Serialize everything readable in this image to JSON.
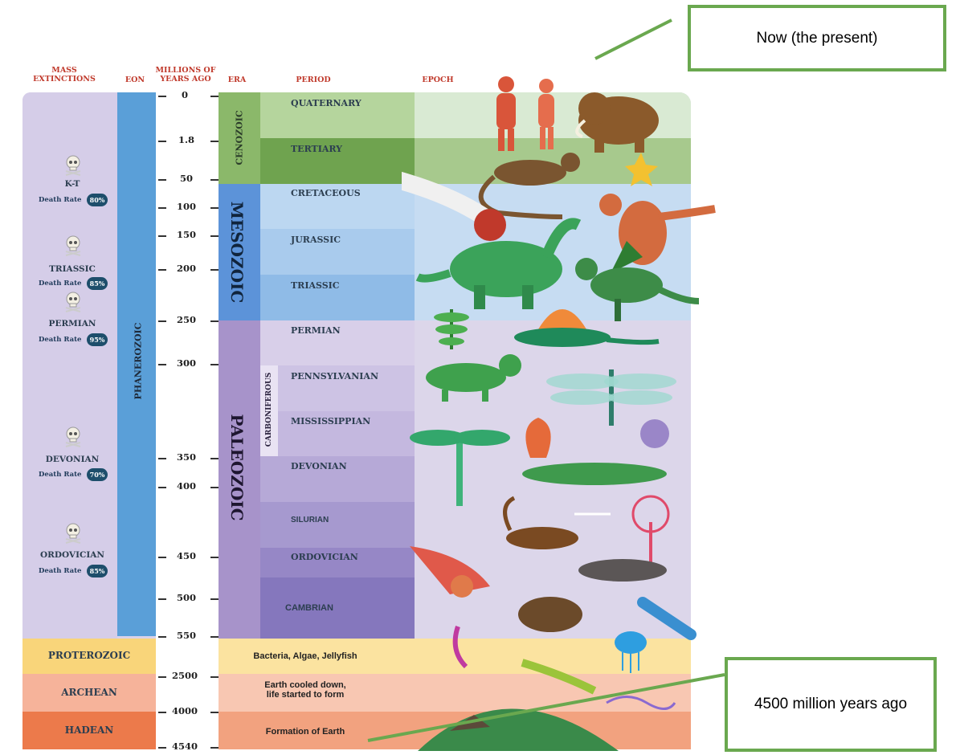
{
  "headers": {
    "mass_extinctions": "MASS\nEXTINCTIONS",
    "eon": "EON",
    "millions_of_years_ago": "MILLIONS OF\nYEARS AGO",
    "era": "ERA",
    "period": "PERIOD",
    "epoch": "EPOCH"
  },
  "ticks": [
    "0",
    "1.8",
    "50",
    "100",
    "150",
    "200",
    "250",
    "300",
    "350",
    "400",
    "450",
    "500",
    "550",
    "2500",
    "4000",
    "4540"
  ],
  "eon_phanerozoic": "PHANEROZOIC",
  "eras": {
    "cenozoic": "CENOZOIC",
    "mesozoic": "MESOZOIC",
    "paleozoic": "PALEOZOIC"
  },
  "carboniferous": "CARBONIFEROUS",
  "periods": [
    "QUATERNARY",
    "TERTIARY",
    "CRETACEOUS",
    "JURASSIC",
    "TRIASSIC",
    "PERMIAN",
    "PENNSYLVANIAN",
    "MISSISSIPPIAN",
    "DEVONIAN",
    "SILURIAN",
    "ORDOVICIAN",
    "CAMBRIAN"
  ],
  "extinctions": [
    {
      "name": "K-T",
      "death_rate_label": "Death Rate",
      "rate": "80%"
    },
    {
      "name": "TRIASSIC",
      "death_rate_label": "Death Rate",
      "rate": "85%"
    },
    {
      "name": "PERMIAN",
      "death_rate_label": "Death Rate",
      "rate": "95%"
    },
    {
      "name": "DEVONIAN",
      "death_rate_label": "Death Rate",
      "rate": "70%"
    },
    {
      "name": "ORDOVICIAN",
      "death_rate_label": "Death Rate",
      "rate": "85%"
    }
  ],
  "precambrian": [
    {
      "eon": "PROTEROZOIC",
      "desc": "Bacteria, Algae, Jellyfish"
    },
    {
      "eon": "ARCHEAN",
      "desc": "Earth cooled down,\nlife started to form"
    },
    {
      "eon": "HADEAN",
      "desc": "Formation of Earth"
    }
  ],
  "callouts": {
    "now": "Now (the present)",
    "ago": "4500 million years ago"
  },
  "colors": {
    "header_red": "#c0392b",
    "callout_green": "#6aa84f",
    "eon_blue": "#5b9bd5",
    "cenozoic_green": "#8fbc6a",
    "mesozoic_blue": "#5b8fd6",
    "paleozoic_purple": "#a892c9"
  }
}
